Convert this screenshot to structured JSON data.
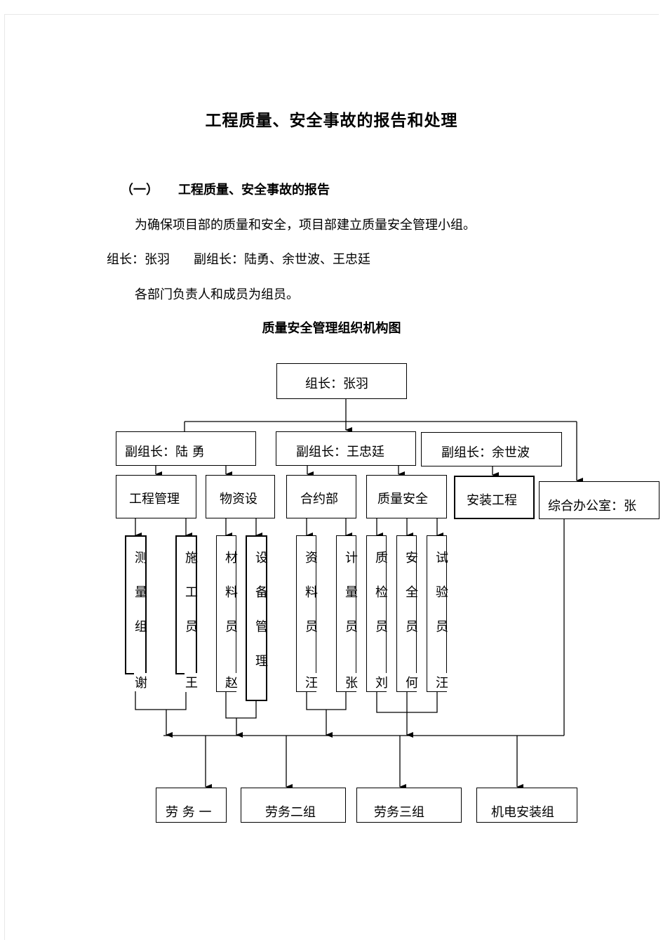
{
  "doc": {
    "title": "工程质量、安全事故的报告和处理",
    "section_num": "（一）",
    "section_title": "工程质量、安全事故的报告",
    "p1": "为确保项目部的质量和安全，项目部建立质量安全管理小组。",
    "p2_leader": "组长：张羽",
    "p2_deputies": "副组长：陆勇、余世波、王忠廷",
    "p3": "各部门负责人和成员为组员。",
    "chart_title": "质量安全管理组织机构图"
  },
  "org": {
    "leader": "组长：张羽",
    "deputy1": "副组长：陆  勇",
    "deputy2": "副组长：王忠廷",
    "deputy3": "副组长：余世波",
    "depts": [
      "工程管理",
      "物资设",
      "合约部",
      "质量安全",
      "安装工程",
      "综合办公室：张"
    ],
    "staff": [
      {
        "chars": [
          "测",
          "量",
          "组"
        ],
        "last": "谢"
      },
      {
        "chars": [
          "施",
          "工",
          "员"
        ],
        "last": "王"
      },
      {
        "chars": [
          "材",
          "料",
          "员"
        ],
        "last": "赵"
      },
      {
        "chars": [
          "设",
          "备",
          "管",
          "理"
        ],
        "last": ""
      },
      {
        "chars": [
          "资",
          "料",
          "员"
        ],
        "last": "汪"
      },
      {
        "chars": [
          "计",
          "量",
          "员"
        ],
        "last": "张"
      },
      {
        "chars": [
          "质",
          "检",
          "员"
        ],
        "last": "刘"
      },
      {
        "chars": [
          "安",
          "全",
          "员"
        ],
        "last": "何"
      },
      {
        "chars": [
          "试",
          "验",
          "员"
        ],
        "last": "汪"
      }
    ],
    "labor": [
      "劳 务 一",
      "劳务二组",
      "劳务三组",
      "机电安装组"
    ]
  }
}
